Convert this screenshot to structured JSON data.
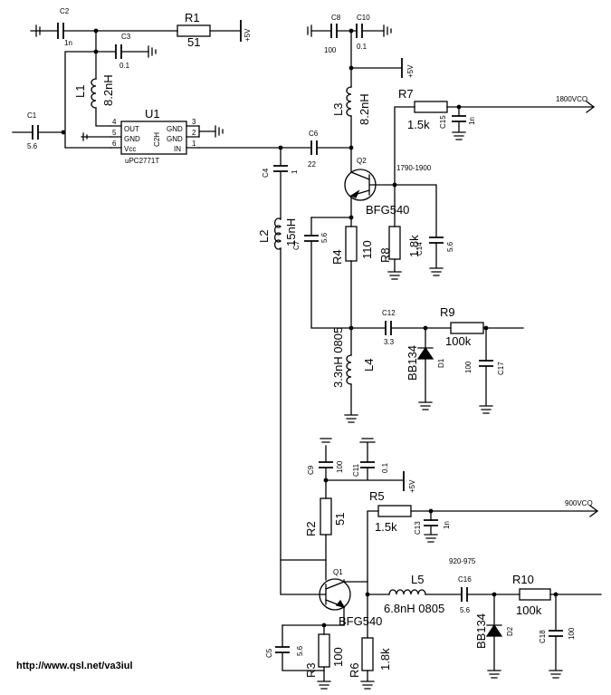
{
  "components": {
    "C1": {
      "ref": "C1",
      "value": "5.6"
    },
    "C2": {
      "ref": "C2",
      "value": "1n"
    },
    "C3": {
      "ref": "C3",
      "value": "0.1"
    },
    "R1": {
      "ref": "R1",
      "value": "51"
    },
    "L1": {
      "ref": "L1",
      "value": "8.2nH"
    },
    "U1": {
      "ref": "U1",
      "part": "uPC2771T",
      "marking": "C2H"
    },
    "C6": {
      "ref": "C6",
      "value": "22"
    },
    "C4": {
      "ref": "C4",
      "value": "1"
    },
    "L2": {
      "ref": "L2",
      "value": "15nH"
    },
    "C7": {
      "ref": "C7",
      "value": "5.6"
    },
    "C8": {
      "ref": "C8",
      "value": "100"
    },
    "C10": {
      "ref": "C10",
      "value": "0.1"
    },
    "L3": {
      "ref": "L3",
      "value": "8.2nH"
    },
    "R7": {
      "ref": "R7",
      "value": "1.5k"
    },
    "C15": {
      "ref": "C15",
      "value": "1n"
    },
    "Q2": {
      "ref": "Q2",
      "part": "BFG540"
    },
    "R4": {
      "ref": "R4",
      "value": "110"
    },
    "R8": {
      "ref": "R8",
      "value": "1.8k"
    },
    "C14": {
      "ref": "C14",
      "value": "5.6"
    },
    "C12": {
      "ref": "C12",
      "value": "3.3"
    },
    "R9": {
      "ref": "R9",
      "value": "100k"
    },
    "L4": {
      "ref": "L4",
      "value": "3.3nH 0805"
    },
    "D1": {
      "ref": "D1",
      "part": "BB134"
    },
    "C17": {
      "ref": "C17",
      "value": "100"
    },
    "C9": {
      "ref": "C9",
      "value": "100"
    },
    "C11": {
      "ref": "C11",
      "value": "0.1"
    },
    "R2": {
      "ref": "R2",
      "value": "51"
    },
    "R5": {
      "ref": "R5",
      "value": "1.5k"
    },
    "C13": {
      "ref": "C13",
      "value": "1n"
    },
    "Q1": {
      "ref": "Q1",
      "part": "BFG540"
    },
    "L5": {
      "ref": "L5",
      "value": "6.8nH 0805"
    },
    "C16": {
      "ref": "C16",
      "value": "5.6"
    },
    "R10": {
      "ref": "R10",
      "value": "100k"
    },
    "D2": {
      "ref": "D2",
      "part": "BB134"
    },
    "C18": {
      "ref": "C18",
      "value": "100"
    },
    "C5": {
      "ref": "C5",
      "value": "5.6"
    },
    "R3": {
      "ref": "R3",
      "value": "100"
    },
    "R6": {
      "ref": "R6",
      "value": "1.8k"
    }
  },
  "u1_pins": {
    "p4": "4",
    "p5": "5",
    "p6": "6",
    "p3": "3",
    "p2": "2",
    "p1": "1",
    "out": "OUT",
    "gnd": "GND",
    "vcc": "Vcc",
    "in": "IN"
  },
  "supply": {
    "v5": "+5V"
  },
  "ports": {
    "vco1800": "1800VCO",
    "vco900": "900VCO"
  },
  "ranges": {
    "r1800": "1790-1900",
    "r900": "920-975"
  },
  "footer": {
    "url": "http://www.qsl.net/va3iul"
  }
}
